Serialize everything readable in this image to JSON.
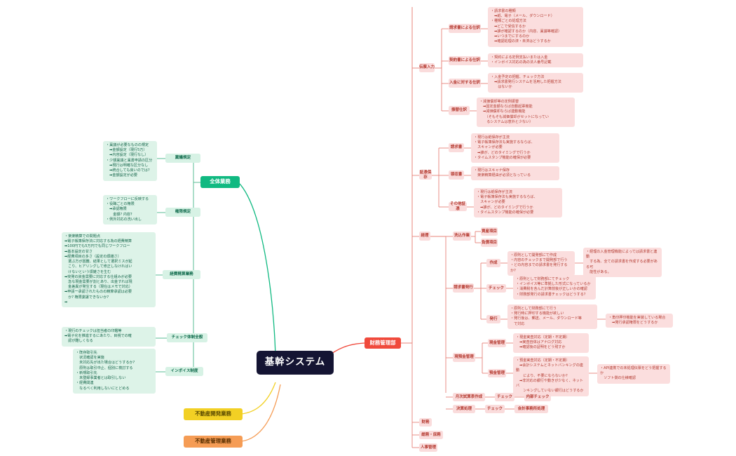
{
  "title": "基幹システム",
  "center": {
    "label": "基幹システム"
  },
  "branches": {
    "overall": {
      "label": "全体業務",
      "color": "#10b981"
    },
    "dev": {
      "label": "不動産開発業務",
      "color": "#f2d024"
    },
    "mgmt": {
      "label": "不動産管理業務",
      "color": "#f59c55"
    },
    "finance": {
      "label": "財務管理部",
      "color": "#f04a3c"
    }
  },
  "left": {
    "labels": {
      "ringi": "稟議規定",
      "kengen": "権限規定",
      "keihi": "経費精算業務",
      "check": "チェック体制全般",
      "invoice": "インボイス制度"
    },
    "notes": {
      "ringi": "・稟議が必要なものの規定\n　➡金額設定（現行5万）\n　➡内容設定（現行なし）\n・少額稟議と稟書申請の区分\n　➡現行は明確な区分なし\n　➡統合しても良いのでは?\n　➡金額設定が必要",
      "kengen": "・ワークフローに反映する\n・役職ごとの権限\n　➡承認権限\n　　金額? 内容?\n・例外対応の洗い出し",
      "keihi": "・楽楽精算での問題点\n➡電子帳簿保存法に対応する為の経費精算\n➡100円でも5万円でも同じワークフロー\n➡基本設定の甘さ\n➡経費項目の多さ（設定の煩雑さ）\n　選ぶ方が困難、結果として選択ミスが起\n　こり、ヒアリングして修正しなければい\n　けないという煩雑さを生む\n➡突発の資金需要に対応する仕組みが必要\n　急な現金需要が割とあり、出金すれば現\n　金差異が発生する（現在はメモで対応）\n➡申請ー承認されたものの精算承認は必要\n　か? 権限委譲できないか?\n➡",
      "check": "・現行のチェックは担当者の印鑑等\n➡電子化を推進するにあたり、目視での確\n　認が難しくなる",
      "invoice": "・既存取引先\n　状況確認を実施\n　未対応先が出た場合はどうするか?\n　原則は取引中止、個別に検討する\n・新規取引先\n　未登録事業者とは取引しない\n・経費関連\n　なるべく利用しないにとどめる"
    }
  },
  "right": {
    "denpyou": {
      "label": "伝票入力",
      "children": [
        {
          "label": "請求書による仕訳",
          "note": "・請求書の種類\n　➡紙、電子（メール、ダウンロード）\n・種類ごとの処理方法\n　➡どこで受信するか\n　➡誰が確認するのか（内容、稟議等確認）\n　➡いつまでにするのか\n　➡確認処理の済・未済はどうするか"
        },
        {
          "label": "契約書による仕訳",
          "note": "・契約による定例支払いまたは入金\n・インボイス対応の為の法人番号記載"
        },
        {
          "label": "入金に対する仕訳",
          "note": "・入金予定の把握、チェック方法\n　➡請求書発行システムを活用した把握方法\n　　はないか"
        },
        {
          "label": "振替仕訳",
          "note": "・減価償却等の定例振替\n　➡固定金額ならば自動起票機能\n　➡減価償却ならば連動機能\n　　（そもそも減価償却がセットになってい\n　　るシステムは意外と少ない）"
        }
      ]
    },
    "shouhyou": {
      "label": "証憑保存",
      "children": [
        {
          "label": "請求書",
          "note": "・現行は紙保存が主流\n・電子帳簿保存法も実施するならば、\n　スキャンが必要\n　➡誰が、どのタイミングで行うか\n・タイムスタンプ機能の確保が必要"
        },
        {
          "label": "領収書",
          "note": "・現行はスキャナ保存\n　楽楽精算経由が必須となっている"
        },
        {
          "label": "その他証憑",
          "note": "・現行は紙保存が主流\n・電子帳簿保存法も実施するならば、\n　スキャンが必要\n　➡誰が、どのタイミングで行うか\n・タイムスタンプ機能の確保が必要"
        }
      ]
    },
    "keiri": {
      "label": "経理",
      "araikomi": {
        "label": "洗込作業",
        "children": [
          "資産項目",
          "負債項目"
        ]
      },
      "seikyuu": {
        "label": "請求書発行",
        "children": [
          {
            "label": "作成",
            "note": "・原則として開発部にて作成\n・内容のチェックまで開発部で行う\n・どの内容までの請求書を発行するか?",
            "side": "・経理の入金管理機能によっては請求書と連動\n　する為、全ての請求書を作成する必要がある可\n　能性がある。"
          },
          {
            "label": "チェック",
            "note": "・原則として財務部にてチェック\n・インボイス等に準拠した形式になっているか\n・消費税を含んだ計算前後が正しいかの確認\n・財務部発行の請求書チェックはどうする?",
            "side": ""
          },
          {
            "label": "発行",
            "note": "・原則として財務部にて行う\n・発行時に押印する機能が欲しい\n・発行後は、郵送、メール、ダウンロード等\n　で対応",
            "side": "・角印押印機能を実装している場合\n　➡発行承認権限をどうするか"
          }
        ]
      },
      "genyokin": {
        "label": "現預金管理",
        "children": [
          {
            "label": "現金管理",
            "note": "・現金実査対応（定期・不定期）\n　➡実査自体はアナログ対応\n　➡確認後の証明をどう残すか",
            "side": ""
          },
          {
            "label": "預金管理",
            "note": "・預金実査対応（定期・不定期）\n　➡会計システムとネットバンキングの連動\n　　により、不要にならないか?\n　➡非対応の銀行や動きが少なく、ネットバ\n　　ンキングしていない銀行はどうするか",
            "side": "・API連携での未処理伝票をどう把握するか\n　ソフト側の仕様確認"
          }
        ]
      },
      "rows": [
        {
          "label": "月次試算表作成",
          "step1": "チェック",
          "step2": "内部チェック"
        },
        {
          "label": "決算処理",
          "step1": "チェック",
          "step2": "会計事務所処理"
        }
      ]
    },
    "tail": [
      "財務",
      "総務・庶務",
      "人事管理"
    ]
  }
}
